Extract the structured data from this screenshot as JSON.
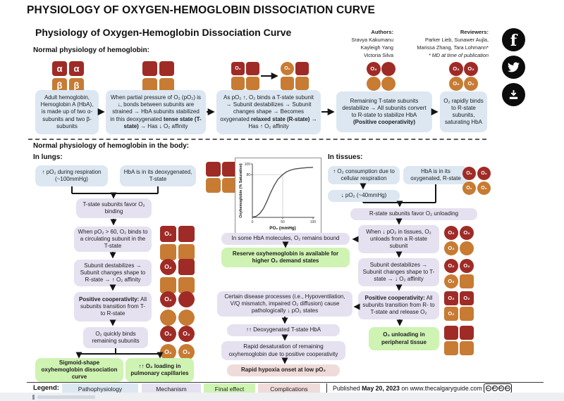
{
  "colors": {
    "alpha_red": "#9f2b26",
    "beta_orange": "#c77b33",
    "pathophysiology_blue": "#dce7f2",
    "mechanism_purple": "#e5e1f0",
    "final_effect_green": "#cff3b2",
    "complications_pink": "#efdcda"
  },
  "icons": {
    "facebook_glyph": "f"
  },
  "labels": {
    "alpha": "α",
    "beta": "β",
    "o2": "O₂"
  },
  "header": {
    "page_title": "PHYSIOLOGY OF OXYGEN-HEMOGLOBIN DISSOCIATION CURVE",
    "title": "Physiology of Oxygen-Hemoglobin Dissociation Curve",
    "authors_label": "Authors:",
    "authors": [
      "Sravya Kakumanu",
      "Kayleigh Yang",
      "Victoria Silva"
    ],
    "reviewers_label": "Reviewers:",
    "reviewers": [
      "Parker Lieb, Sunawer Aujla,",
      "Marissa Zhang,  Tara Lohmann*"
    ],
    "reviewers_note": "* MD at time of publication"
  },
  "sections": {
    "row1_label": "Normal physiology of hemoglobin:",
    "body_label": "Normal physiology of hemoglobin in the body:",
    "lungs_label": "In lungs:",
    "tissues_label": "In tissues:"
  },
  "row1": {
    "b1": "Adult hemoglobin, Hemoglobin A (HbA), is made up of two α-subunits and two β-subunits",
    "b2_pre": "When partial pressure of O₂ (pO₂) is ↓, bonds between subunits are strained → HbA subunits stabilized in this deoxygenated ",
    "b2_bold": "tense state (T-state)",
    "b2_post": " → Has ↓ O₂ affinity",
    "b3_pre": "As pO₂ ↑, O₂ binds a T-state subunit → Subunit destabilizes → Subunit changes shape → Becomes oxygenated ",
    "b3_bold": "relaxed state (R-state)",
    "b3_post": " → Has ↑ O₂ affinity",
    "b4_pre": "Remaining T-state subunits destabilize → All subunits convert to R-state to stabilize HbA ",
    "b4_bold": "(Positive cooperativity)",
    "b5": "O₂ rapidly binds to R-state subunits, saturating HbA"
  },
  "lungs": {
    "l1": "↑ pO₂ during respiration (~100mmHg)",
    "l2": "HbA is in its deoxygenated, T-state",
    "l3": "T-state subunits favor O₂ binding",
    "l4": "When pO₂ > 60, O₂ binds to a circulating subunit in the T-state",
    "l5": "Subunit destabilizes → Subunit changes shape to R-state → ↑ O₂ affinity",
    "l6_bold": "Positive cooperativity:",
    "l6_rest": " All subunits transition from T- to R-state",
    "l7": "O₂ quickly binds remaining subunits",
    "g1": "Sigmoid-shape oxyhemoglobin dissociation curve",
    "g2": "↑↑ O₂ loading in pulmonary capillaries"
  },
  "middle": {
    "m1": "In some HbA molecules, O₂ remains bound",
    "m2": "Reserve oxyhemoglobin is available for higher O₂ demand states",
    "m3": "Certain disease processes (i.e., Hypoventilation, V/Q mismatch, impaired O₂ diffusion) cause pathologically ↓ pO₂ states",
    "m4": "↑↑ Deoxygenated T-state HbA",
    "m5": "Rapid desaturation of remaining oxyhemoglobin due to positive cooperativity",
    "m6": "Rapid hypoxia onset at low pO₂"
  },
  "tissues": {
    "t1": "↑ O₂ consumption due to cellular respiration",
    "t2": "↓ pO₂ (~40mmHg)",
    "t3": "HbA is in its oxygenated, R-state",
    "t4": "R-state subunits favor O₂ unloading",
    "t5": "When ↓ pO₂ in tissues, O₂ unloads from a R-state subunit",
    "t6": "Subunit destabilizes → Subunit changes shape to T-state → ↓ O₂ affinity",
    "t7_bold": "Positive cooperativity:",
    "t7_rest": " All subunits transition from R- to T-state and release O₂",
    "t8": "O₂ unloading in peripheral tissue"
  },
  "chart_data": {
    "type": "line",
    "title": "",
    "xlabel": "PO₂ (mmHg)",
    "ylabel": "Oxyhemoglobin (% Saturation)",
    "xlim": [
      0,
      100
    ],
    "ylim": [
      0,
      100
    ],
    "xticks": [
      0,
      50,
      100
    ],
    "yticks": [
      100,
      80
    ],
    "grid": false,
    "reference_lines": {
      "x": 50,
      "y": 80
    },
    "points": [
      [
        0,
        0.5
      ],
      [
        6,
        2
      ],
      [
        12,
        7
      ],
      [
        18,
        16
      ],
      [
        24,
        30
      ],
      [
        30,
        46
      ],
      [
        36,
        60
      ],
      [
        42,
        71
      ],
      [
        48,
        78
      ],
      [
        50,
        80
      ],
      [
        56,
        85
      ],
      [
        62,
        88
      ],
      [
        70,
        90.5
      ],
      [
        80,
        92
      ],
      [
        90,
        93
      ],
      [
        100,
        93.5
      ]
    ]
  },
  "legend": {
    "label": "Legend:",
    "pathophysiology": "Pathophysiology",
    "mechanism": "Mechanism",
    "final_effect": "Final effect",
    "complications": "Complications",
    "published_prefix": "Published ",
    "published_date": "May 20, 2023",
    "published_suffix": " on www.thecalgaryguide.com",
    "cc": [
      "cc",
      "BY",
      "NC",
      "SA"
    ]
  }
}
